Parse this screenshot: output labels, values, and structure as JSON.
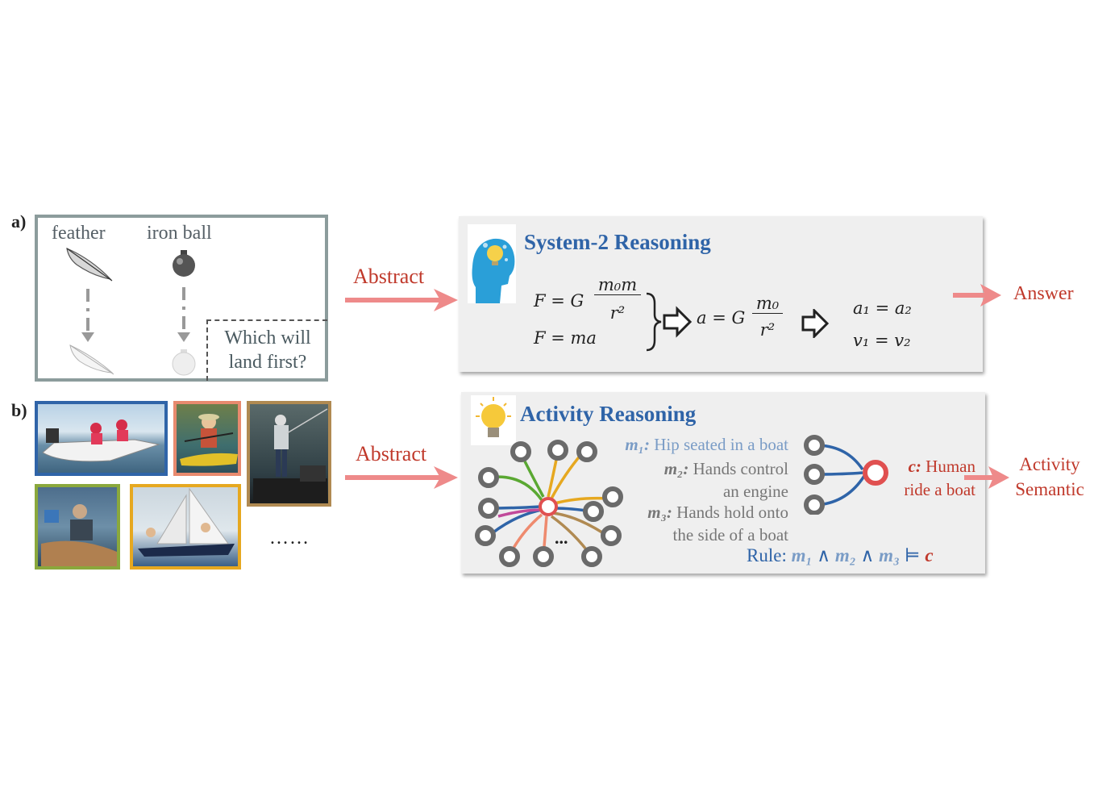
{
  "labels": {
    "a": "a)",
    "b": "b)"
  },
  "panel_a": {
    "feather": "feather",
    "iron_ball": "iron ball",
    "question_line1": "Which will",
    "question_line2": "land first?"
  },
  "arrows": {
    "abstract_top": "Abstract",
    "abstract_bottom": "Abstract",
    "answer": "Answer",
    "activity_line1": "Activity",
    "activity_line2": "Semantic"
  },
  "system2": {
    "title": "System-2 Reasoning",
    "eq1_lhs": "F = G",
    "eq1_num": "m₀m",
    "eq1_den": "r²",
    "eq2": "F = ma",
    "eq3_lhs": "a = G",
    "eq3_num": "m₀",
    "eq3_den": "r²",
    "eq4": "a₁ = a₂",
    "eq5": "v₁ = v₂"
  },
  "activity": {
    "title": "Activity Reasoning",
    "ellipsis": "...",
    "m1_sym": "m₁:",
    "m1_text": "Hip seated in a boat",
    "m2_sym": "m₂:",
    "m2_text_1": "Hands control",
    "m2_text_2": "an engine",
    "m3_sym": "m₃:",
    "m3_text_1": "Hands hold onto",
    "m3_text_2": "the side of a boat",
    "c_sym": "c:",
    "c_text_1": "Human",
    "c_text_2": "ride a boat",
    "rule_prefix": "Rule:",
    "rule_m1": "m₁",
    "rule_and1": "∧",
    "rule_m2": "m₂",
    "rule_and2": "∧",
    "rule_m3": "m₃",
    "rule_models": "⊨",
    "rule_c": "c"
  },
  "photos_more": "……",
  "colors": {
    "blue_title": "#2f64a8",
    "arrow_pink": "#ee8a8a",
    "label_red": "#c0392b",
    "frame_blue": "#2f64a8",
    "frame_salmon": "#e88a6e",
    "frame_brown": "#b08a52",
    "frame_green": "#8aa83c",
    "frame_yellow": "#e6a820",
    "m1_color": "#7a9cc6",
    "node_gray": "#6a6a6a"
  }
}
